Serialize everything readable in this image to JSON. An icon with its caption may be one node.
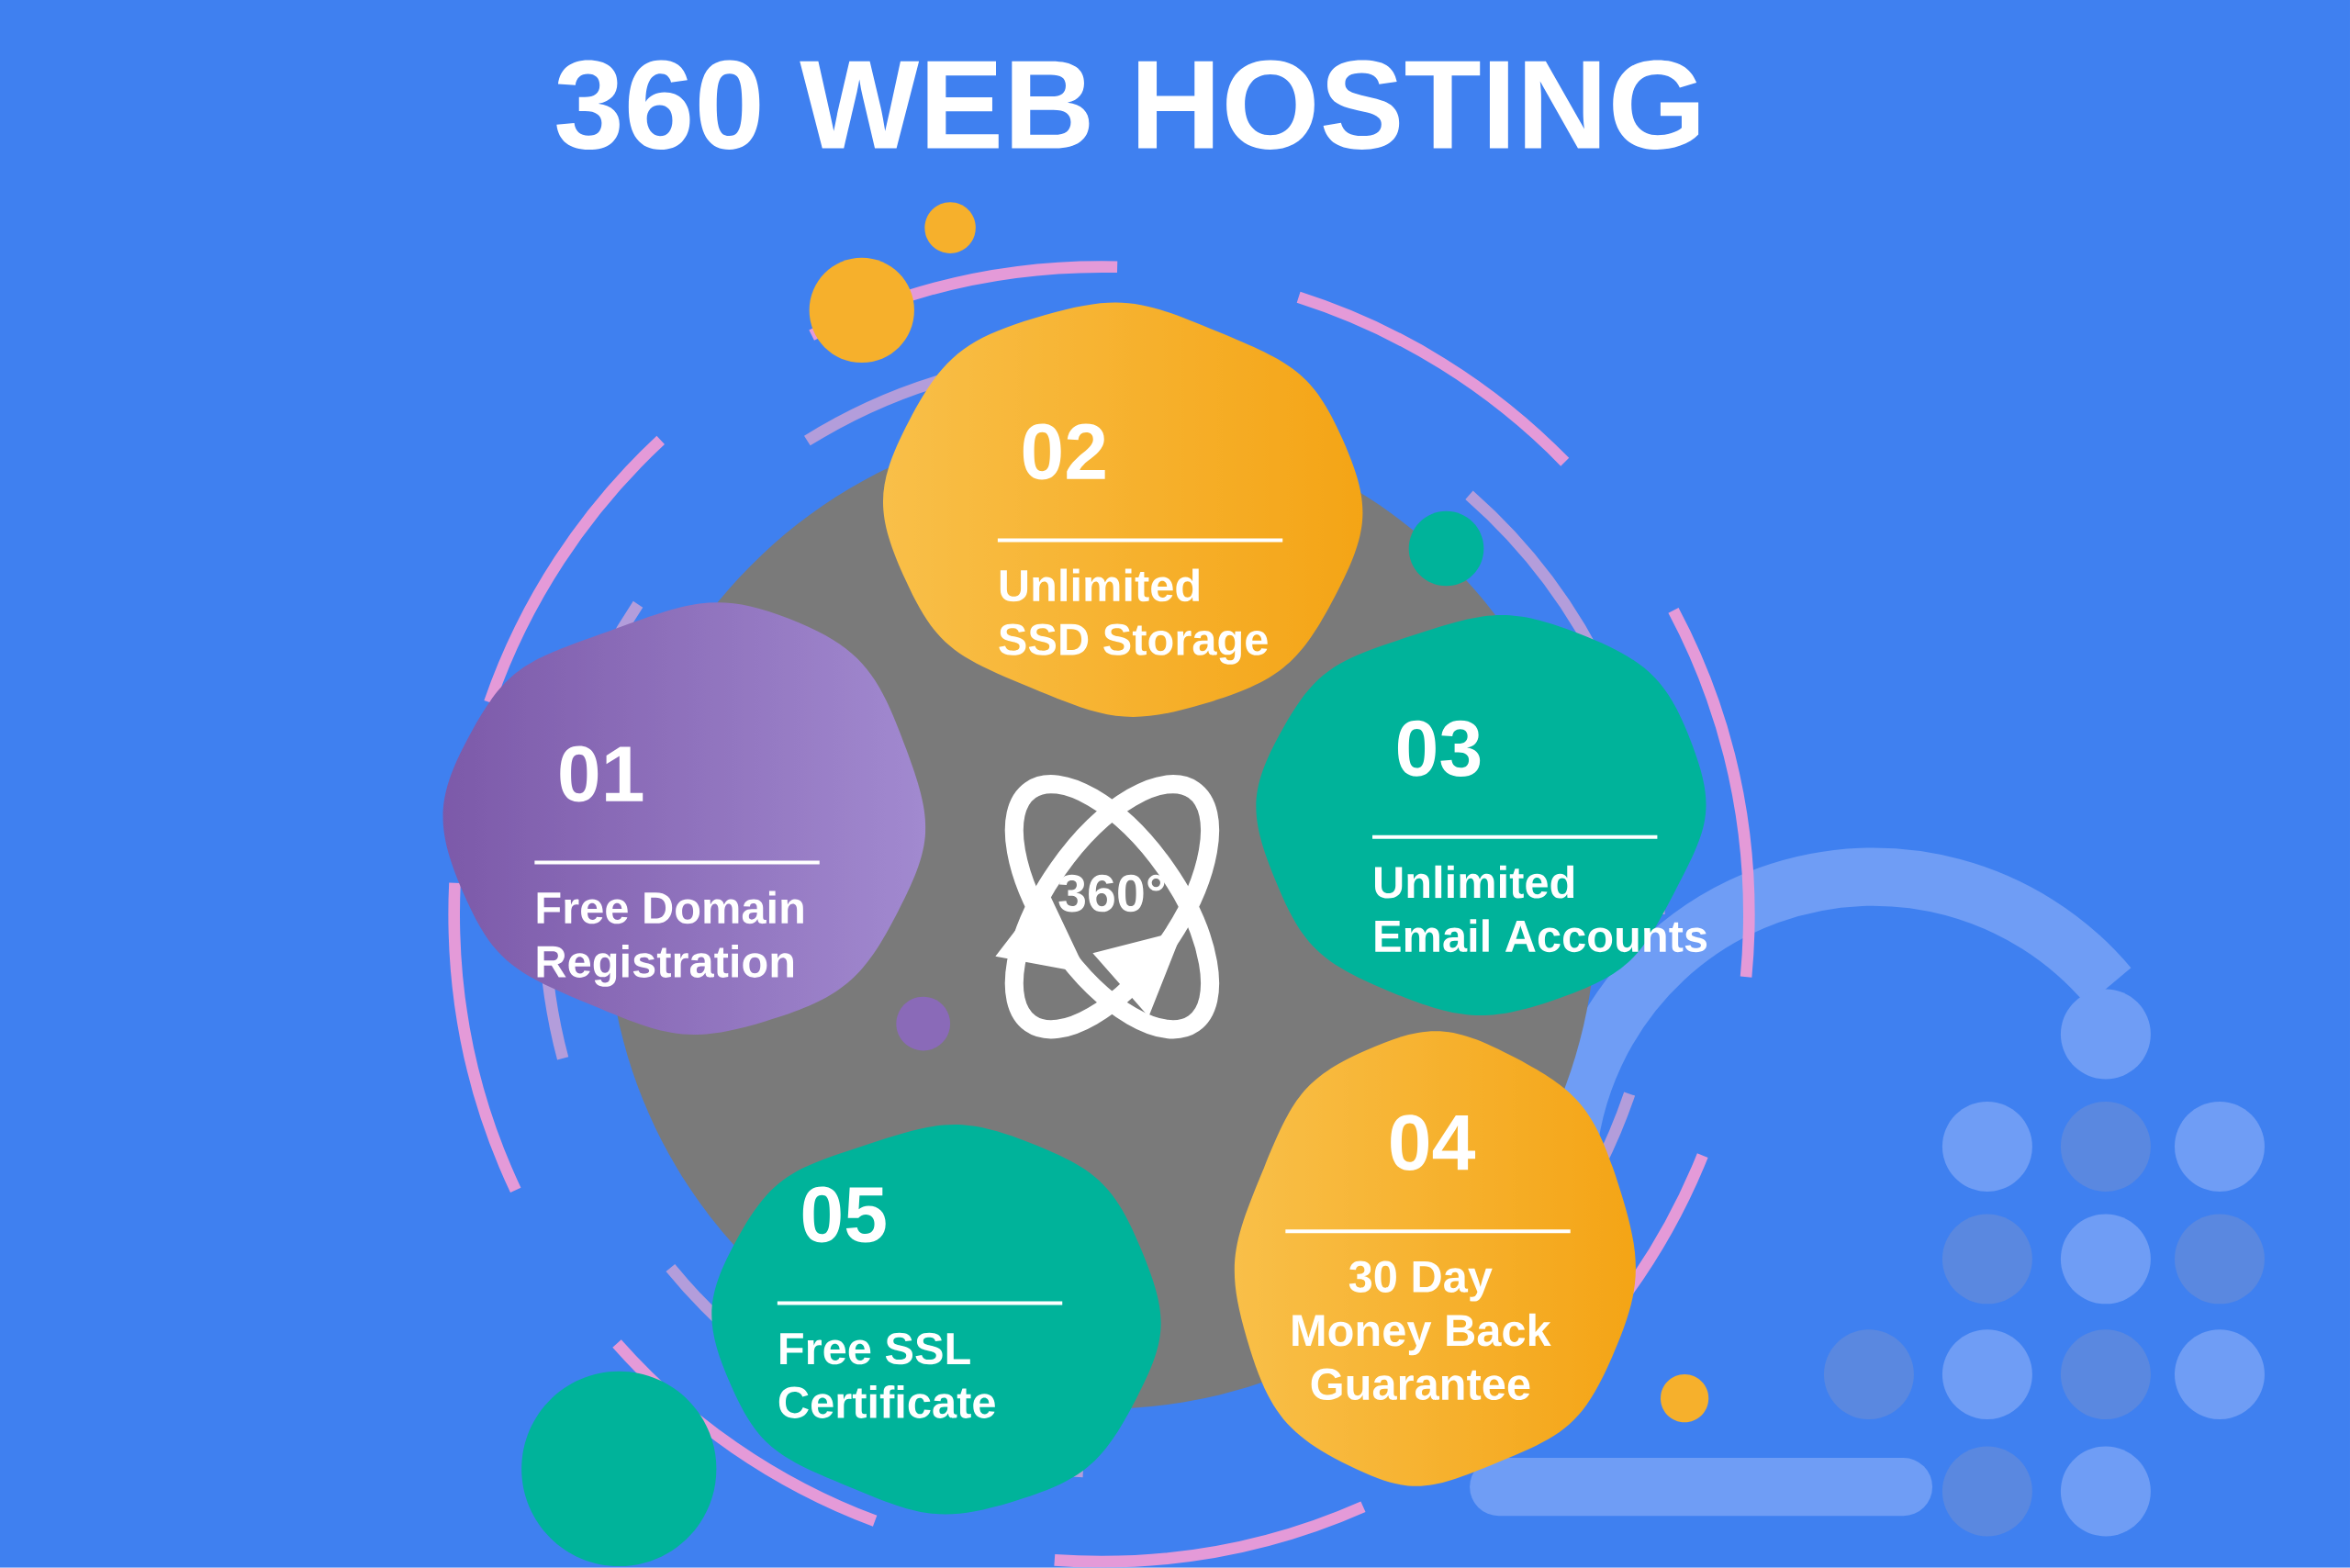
{
  "diagram": {
    "title": "360 WEB HOSTING",
    "nodes": [
      {
        "text": [
          "01",
          "Free Domain Registration"
        ]
      },
      {
        "text": [
          "02",
          "Unlimited SSD Storage"
        ]
      },
      {
        "text": [
          "03",
          "Unlimited Email Accounts"
        ]
      },
      {
        "text": [
          "04",
          "30 Day Money Back Guarantee"
        ]
      },
      {
        "text": [
          "05",
          "Free SSL Certificate"
        ]
      }
    ],
    "labels": [
      "360°"
    ]
  }
}
